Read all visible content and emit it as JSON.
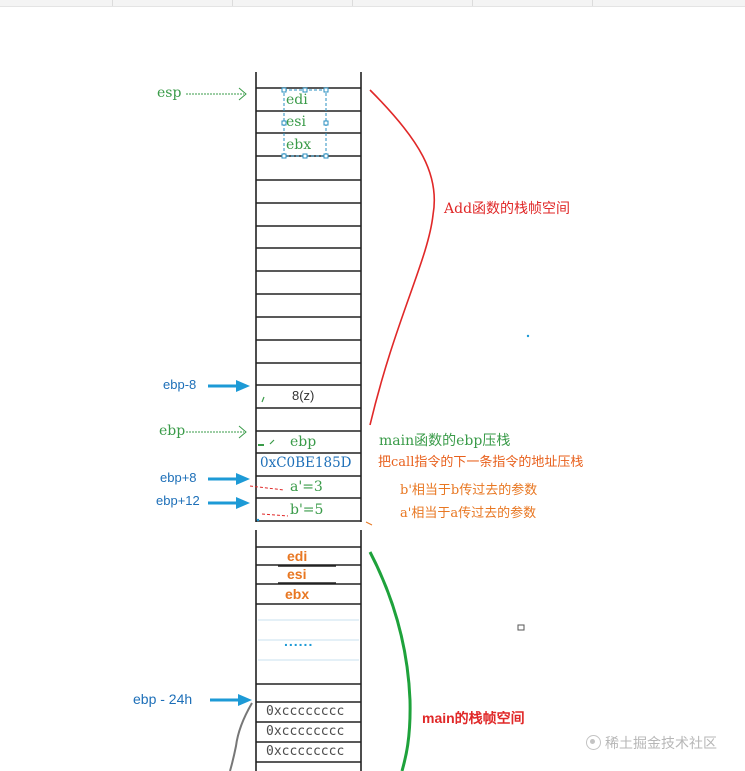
{
  "add_frame": {
    "pointers": {
      "esp": "esp",
      "ebp_minus_8": "ebp-8",
      "ebp": "ebp",
      "ebp_plus_8": "ebp+8",
      "ebp_plus_12": "ebp+12"
    },
    "saved_registers": [
      "edi",
      "esi",
      "ebx"
    ],
    "z_cell": "8(z)",
    "saved_ebp": "ebp",
    "return_address": "0xC0BE185D",
    "param_a": "a'=3",
    "param_b": "b'=5",
    "frame_label": "Add函数的栈帧空间"
  },
  "annotations": {
    "main_ebp_push": "main函数的ebp压栈",
    "return_address_push": "把call指令的下一条指令的地址压栈",
    "b_note": "b'相当于b传过去的参数",
    "a_note": "a'相当于a传过去的参数"
  },
  "main_frame": {
    "saved_registers": [
      "edi",
      "esi",
      "ebx"
    ],
    "ellipsis": "......",
    "pointer": "ebp - 24h",
    "fill_cells": [
      "0xcccccccc",
      "0xcccccccc",
      "0xcccccccc"
    ],
    "frame_label": "main的栈帧空间"
  },
  "watermark": "稀土掘金技术社区",
  "colors": {
    "green": "#3a9b49",
    "red": "#e02828",
    "blue": "#1d9ad6",
    "orange": "#e87722",
    "dark_green": "#1ea23b"
  }
}
